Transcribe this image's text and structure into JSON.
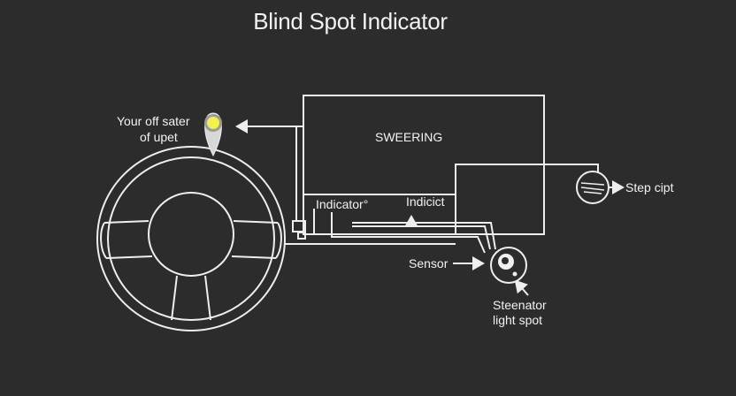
{
  "title": "Blind Spot Indicator",
  "labels": {
    "pin_line1": "Your off sater",
    "pin_line2": "of upet",
    "box_top": "SWEERING",
    "indicator_left": "Indicator°",
    "indicator_right": "Indicict",
    "sensor": "Sensor",
    "step": "Step cipt",
    "bottom_line1": "Steenator",
    "bottom_line2": "light spot"
  },
  "colors": {
    "background": "#2c2c2c",
    "line": "#eeeeee",
    "pin": "#d8d8d8",
    "pin_light": "#f2f24a"
  },
  "icons": {
    "wheel": "steering-wheel-icon",
    "pin": "map-pin-icon",
    "sensor": "sensor-icon",
    "step": "step-circle-icon"
  }
}
